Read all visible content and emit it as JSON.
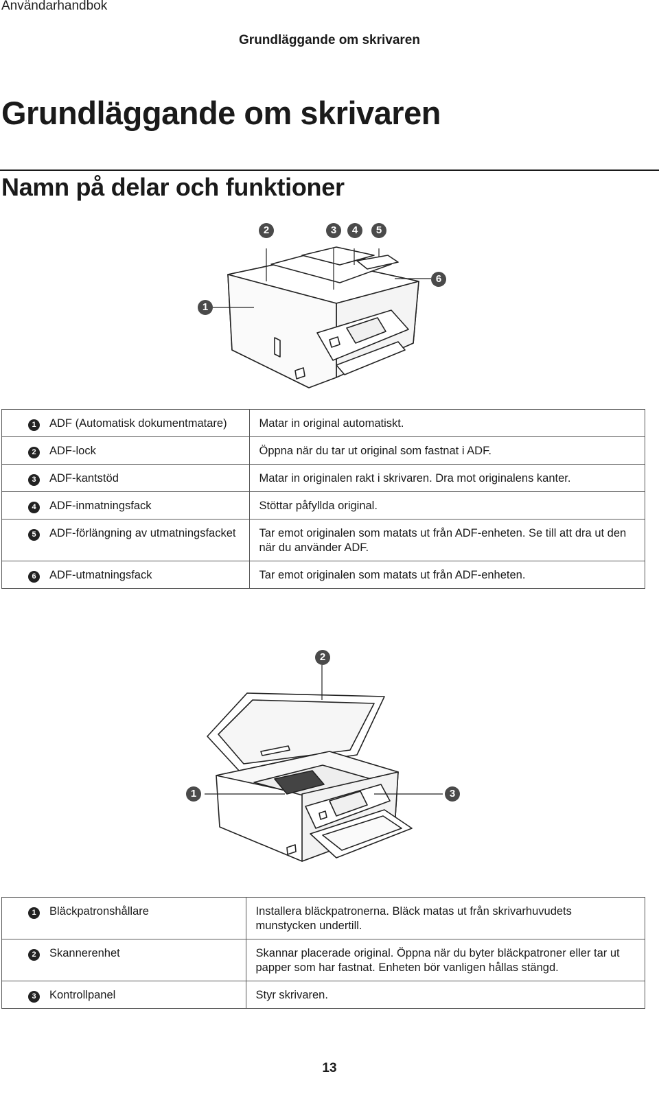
{
  "header": {
    "running_title": "Användarhandbok",
    "section_title": "Grundläggande om skrivaren"
  },
  "headings": {
    "h1": "Grundläggande om skrivaren",
    "h2": "Namn på delar och funktioner"
  },
  "figure1": {
    "callouts": [
      "1",
      "2",
      "3",
      "4",
      "5",
      "6"
    ]
  },
  "table1": {
    "rows": [
      {
        "num": "1",
        "name": "ADF (Automatisk dokumentmatare)",
        "desc": "Matar in original automatiskt."
      },
      {
        "num": "2",
        "name": "ADF-lock",
        "desc": "Öppna när du tar ut original som fastnat i ADF."
      },
      {
        "num": "3",
        "name": "ADF-kantstöd",
        "desc": "Matar in originalen rakt i skrivaren. Dra mot originalens kanter."
      },
      {
        "num": "4",
        "name": "ADF-inmatningsfack",
        "desc": "Stöttar påfyllda original."
      },
      {
        "num": "5",
        "name": "ADF-förlängning av utmatningsfacket",
        "desc": "Tar emot originalen som matats ut från ADF-enheten. Se till att dra ut den när du använder ADF."
      },
      {
        "num": "6",
        "name": "ADF-utmatningsfack",
        "desc": "Tar emot originalen som matats ut från ADF-enheten."
      }
    ]
  },
  "figure2": {
    "callouts": [
      "1",
      "2",
      "3"
    ]
  },
  "table2": {
    "rows": [
      {
        "num": "1",
        "name": "Bläckpatronshållare",
        "desc": "Installera bläckpatronerna. Bläck matas ut från skrivarhuvudets munstycken undertill."
      },
      {
        "num": "2",
        "name": "Skannerenhet",
        "desc": "Skannar placerade original. Öppna när du byter bläckpatroner eller tar ut papper som har fastnat. Enheten bör vanligen hållas stängd."
      },
      {
        "num": "3",
        "name": "Kontrollpanel",
        "desc": "Styr skrivaren."
      }
    ]
  },
  "footer": {
    "page_number": "13"
  }
}
